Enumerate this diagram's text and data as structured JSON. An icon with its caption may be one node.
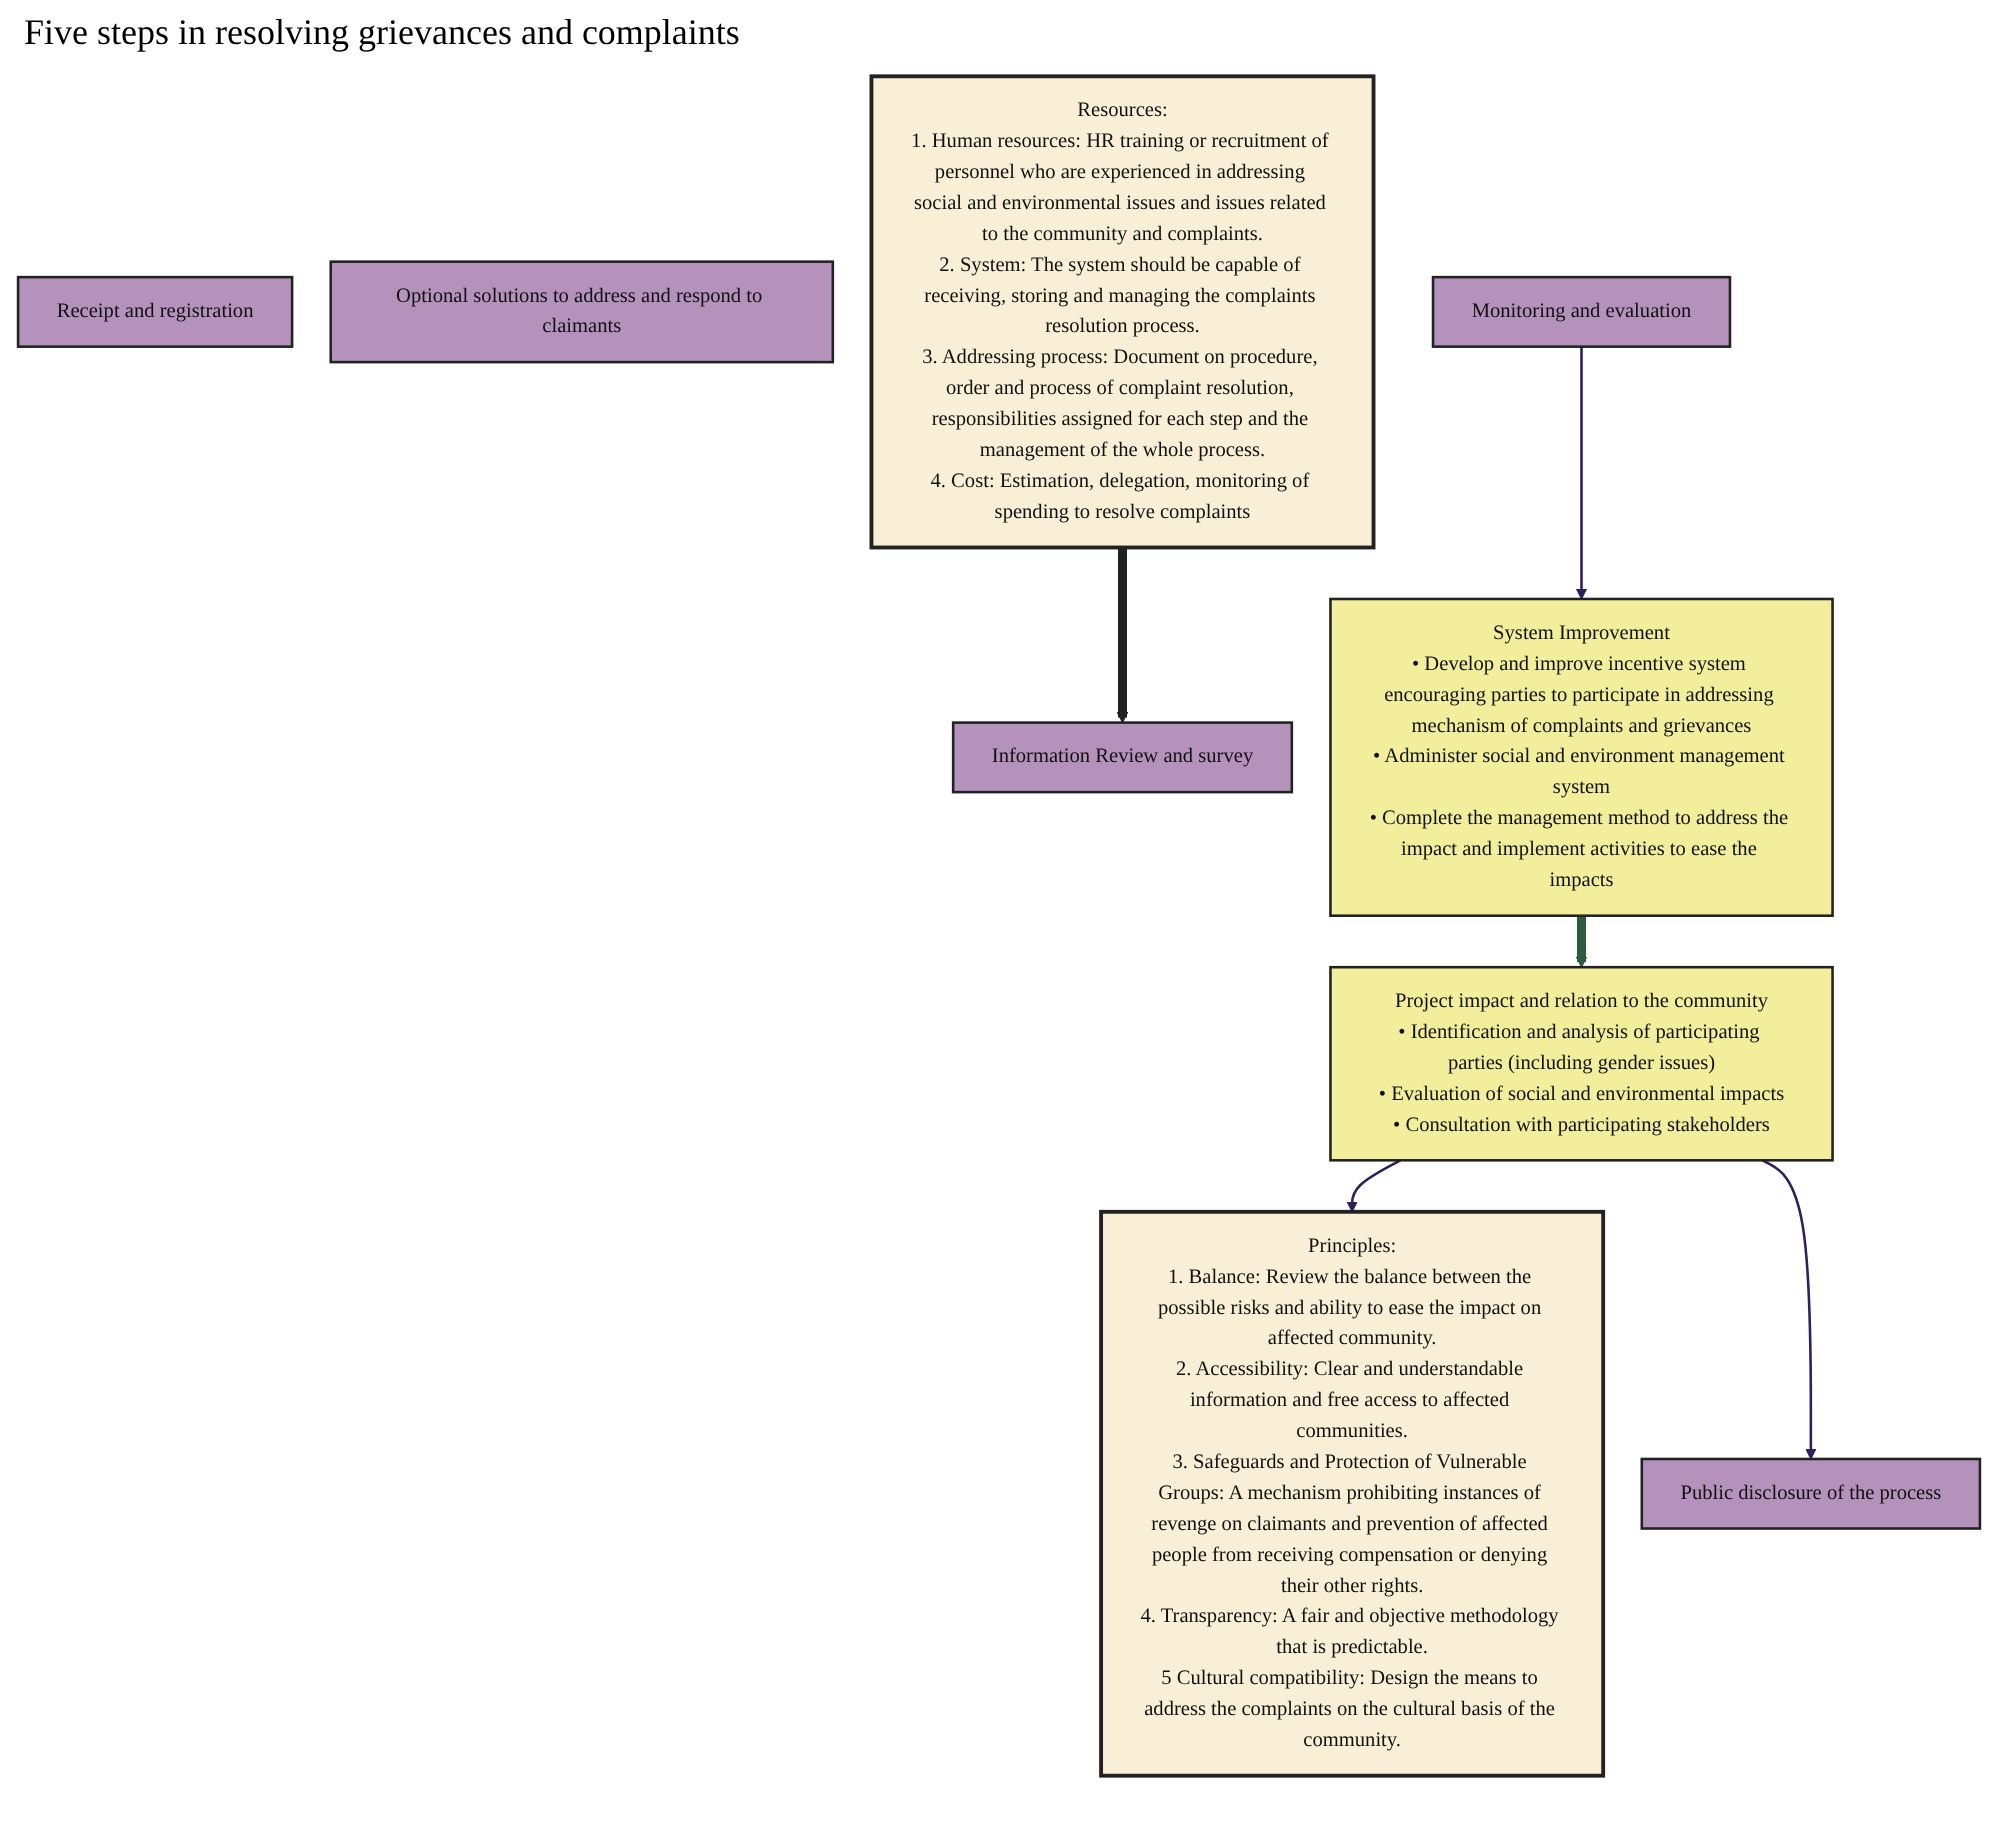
{
  "diagram": {
    "nodes": [
      {
        "text": [
          "Project impact and relation to the community",
          "• Identification and analysis of participating parties (including gender issues)",
          "• Evaluation of social and environmental impacts",
          "• Consultation with participating stakeholders"
        ]
      },
      {
        "text": [
          "Principles:",
          "1. Balance: Review the balance between the possible risks and ability to ease the impact on affected community.",
          "2. Accessibility: Clear and understandable information and free access to affected communities.",
          "3. Safeguards and Protection of Vulnerable Groups: A mechanism prohibiting instances of revenge on claimants and prevention of affected people from receiving compensation or denying their other rights.",
          "4. Transparency: A fair and objective methodology that is predictable.",
          "5 Cultural compatibility: Design the means to address the complaints on the cultural basis of the community."
        ]
      },
      {
        "text": [
          "Public disclosure of the process"
        ]
      },
      {
        "text": [
          "Receipt and registration"
        ]
      },
      {
        "text": [
          "Information Review and survey"
        ]
      },
      {
        "text": [
          "Optional solutions to address and respond to claimants"
        ]
      },
      {
        "text": [
          "Monitoring and evaluation"
        ]
      },
      {
        "text": [
          "Resources:",
          "1. Human resources: HR training or recruitment of personnel who are experienced in addressing social and environmental issues and issues related to the community and complaints.",
          "2. System: The system should be capable of receiving, storing and managing the complaints resolution process.",
          "3. Addressing process: Document on procedure, order and process of complaint resolution, responsibilities assigned for each step and the management of the whole process.",
          "4. Cost: Estimation, delegation, monitoring of spending to resolve complaints"
        ]
      },
      {
        "text": [
          "System Improvement",
          "• Develop and improve incentive system encouraging parties to participate in addressing mechanism of complaints and grievances",
          "• Administer social and environment management system",
          "• Complete the management method to address the impact and implement activities to ease the impacts"
        ]
      }
    ],
    "edges": [
      {
        "from": 0,
        "to": 1,
        "arrow": "to"
      },
      {
        "from": 0,
        "to": 2,
        "arrow": "to"
      },
      {
        "from": 6,
        "to": 8,
        "arrow": "to"
      },
      {
        "from": 7,
        "to": 4,
        "arrow": "to",
        "style": "thick",
        "color": "#222222"
      },
      {
        "from": 8,
        "to": 0,
        "arrow": "to",
        "style": "thick",
        "color": "#2f5a3c"
      }
    ],
    "labels": [
      "Five steps in resolving grievances and complaints"
    ]
  }
}
